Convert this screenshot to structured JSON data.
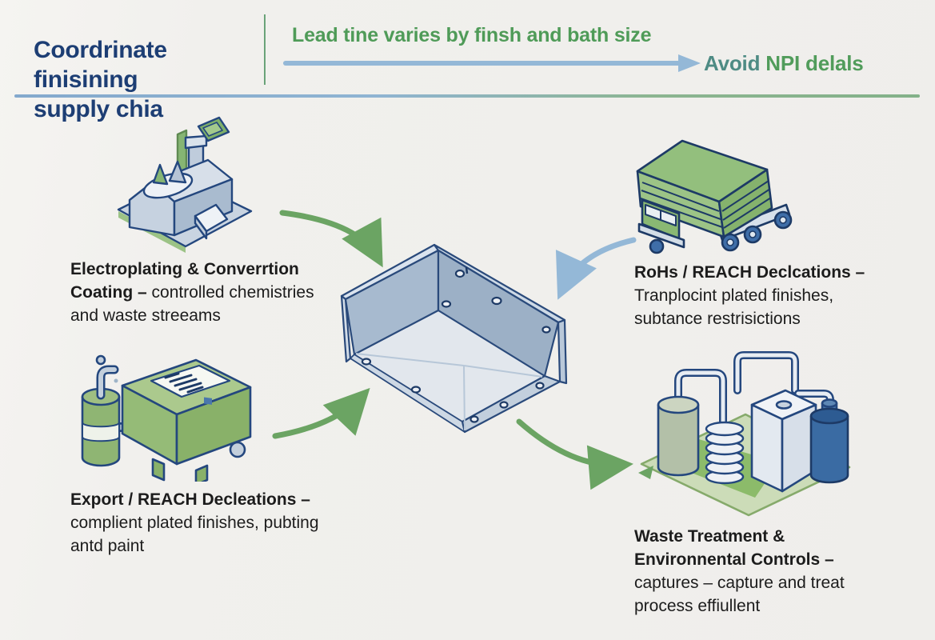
{
  "header": {
    "title_line1": "Coordrinate finisining",
    "title_line2": "supply chia",
    "subtitle": "Lead tine varies by finsh and bath size",
    "cta_prefix": "Avoid",
    "cta_rest": "NPI delals"
  },
  "nodes": {
    "electroplating": {
      "bold": "Electroplating & Converrtion Coating – ",
      "text": "controlled chemistries and waste streeams"
    },
    "rohs": {
      "bold": "RoHs / REACH Declcations – ",
      "text": "Tranplocint plated finishes, subtance restrisictions"
    },
    "export": {
      "bold": "Export / REACH Decleations – ",
      "text": "complient plated finishes, pubting antd paint"
    },
    "waste": {
      "bold": "Waste Treatment & Environnental Controls – ",
      "text": "captures – capture and treat process effiullent"
    }
  },
  "icons": {
    "factory": "factory-icon",
    "truck": "delivery-truck-icon",
    "machine": "declaration-cart-icon",
    "plant": "treatment-plant-icon",
    "center": "sheet-metal-enclosure-illustration"
  },
  "colors": {
    "navy_title": "#1d3e74",
    "green_text": "#519c5b",
    "teal_text": "#4e8b84",
    "green_arrow": "#6ba463",
    "blue_arrow": "#94b8d7",
    "outline_navy": "#24477e",
    "background": "#f1f0ed"
  }
}
